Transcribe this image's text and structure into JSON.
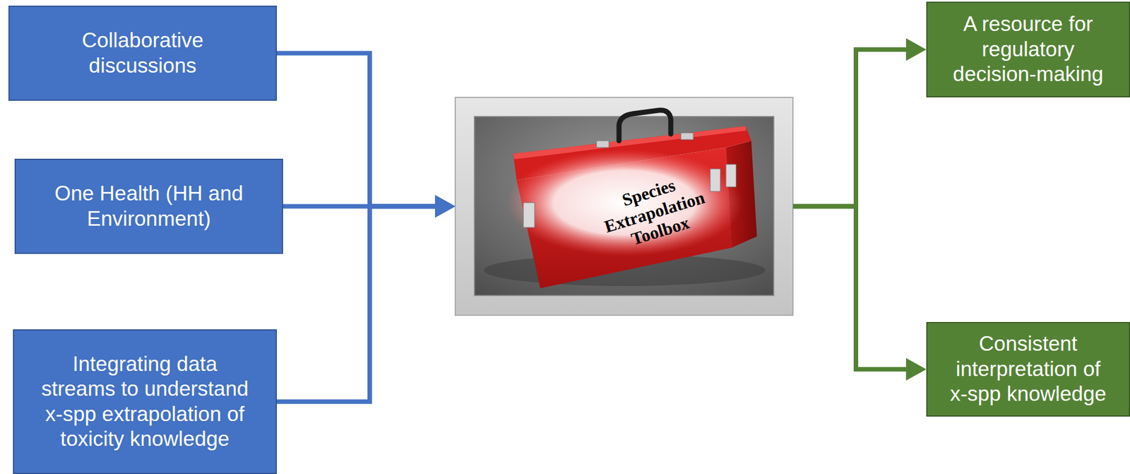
{
  "diagram": {
    "nodes": [
      {
        "text": [
          "Collaborative discussions"
        ]
      },
      {
        "text": [
          "One Health (HH and Environment)"
        ]
      },
      {
        "text": [
          "Integrating data streams to understand x-spp extrapolation of toxicity knowledge"
        ]
      },
      {
        "text": [
          "Species Extrapolation Toolbox"
        ]
      },
      {
        "text": [
          "A resource for regulatory decision-making"
        ]
      },
      {
        "text": [
          "Consistent interpretation of x-spp knowledge"
        ]
      }
    ],
    "edges": [
      {
        "from": 0,
        "to": 3,
        "arrow": "to"
      },
      {
        "from": 1,
        "to": 3,
        "arrow": "to"
      },
      {
        "from": 2,
        "to": 3,
        "arrow": "to"
      },
      {
        "from": 3,
        "to": 4,
        "arrow": "to"
      },
      {
        "from": 3,
        "to": 5,
        "arrow": "to"
      }
    ]
  }
}
